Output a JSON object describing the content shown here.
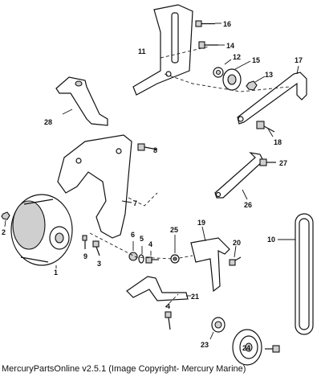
{
  "callouts": {
    "c1": "1",
    "c2": "2",
    "c3": "3",
    "c4a": "4",
    "c4b": "4",
    "c5": "5",
    "c6": "6",
    "c7": "7",
    "c8": "8",
    "c9": "9",
    "c10": "10",
    "c11": "11",
    "c12": "12",
    "c13": "13",
    "c14": "14",
    "c15": "15",
    "c16": "16",
    "c17": "17",
    "c18": "18",
    "c19": "19",
    "c20": "20",
    "c21": "21",
    "c23": "23",
    "c24": "24",
    "c25": "25",
    "c26": "26",
    "c27": "27",
    "c28": "28"
  },
  "footer": {
    "copyright": "MercuryPartsOnline v2.5.1 (Image Copyright- Mercury Marine)"
  }
}
